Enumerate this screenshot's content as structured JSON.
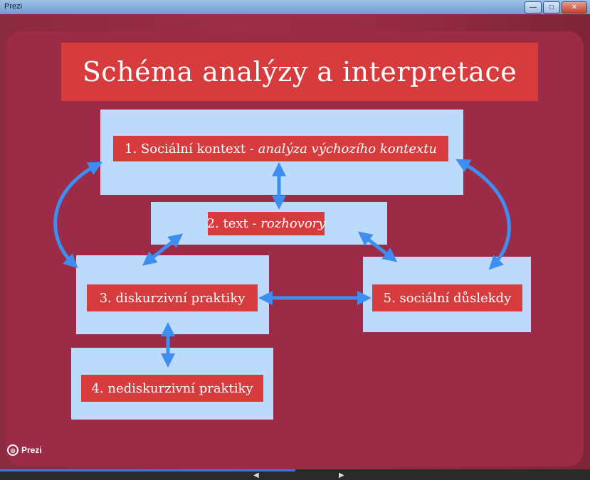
{
  "window": {
    "title": "Prezi",
    "buttons": {
      "minimize": "—",
      "maximize": "□",
      "close": "✕"
    }
  },
  "slide": {
    "title": "Schéma analýzy a interpretace",
    "box1": {
      "main": "1. Sociální kontext - ",
      "italic": "analýza výchozího kontextu"
    },
    "box2": {
      "main": "2. text - ",
      "italic": "rozhovory"
    },
    "box3": {
      "main": "3. diskurzivní praktiky"
    },
    "box4": {
      "main": "4. nediskurzivní praktiky"
    },
    "box5": {
      "main": "5. sociální důslekdy"
    }
  },
  "player": {
    "logo_text": "Prezi",
    "logo_icon": "prezi-spiral-icon",
    "prev_icon": "arrow-left-icon",
    "next_icon": "arrow-right-icon",
    "prev_glyph": "◀",
    "next_glyph": "▶",
    "progress": 0.5
  },
  "colors": {
    "background": "#9b2b47",
    "label": "#d63b3e",
    "panel": "#bcdafa",
    "arrow": "#3d8ef0"
  }
}
